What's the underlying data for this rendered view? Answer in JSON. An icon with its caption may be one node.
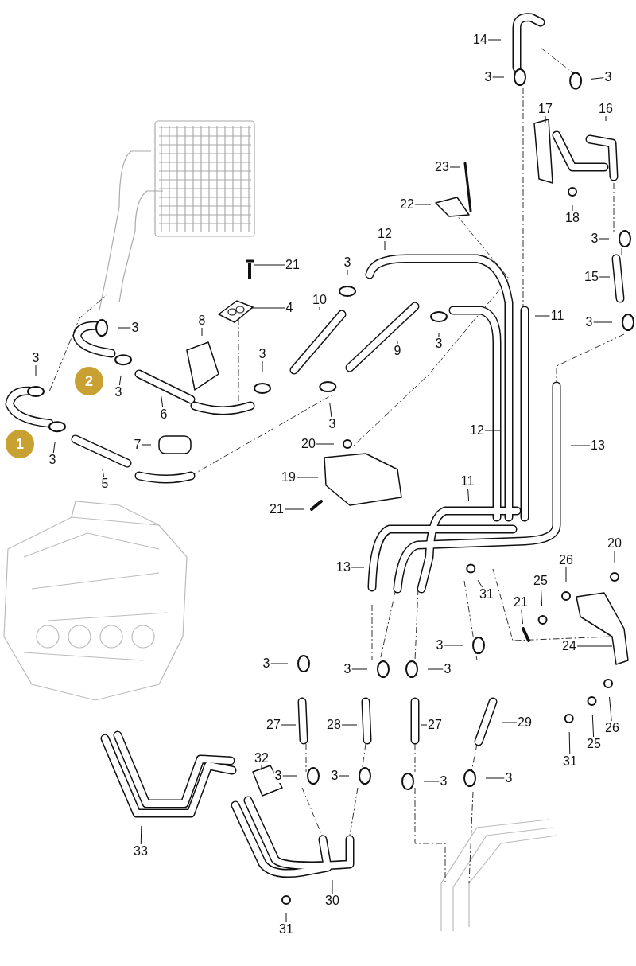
{
  "diagram": {
    "nodes": [
      {
        "text": [
          "14"
        ]
      },
      {
        "text": [
          "3"
        ]
      },
      {
        "text": [
          "3"
        ]
      },
      {
        "text": [
          "17"
        ]
      },
      {
        "text": [
          "16"
        ]
      },
      {
        "text": [
          "23"
        ]
      },
      {
        "text": [
          "22"
        ]
      },
      {
        "text": [
          "18"
        ]
      },
      {
        "text": [
          "21"
        ]
      },
      {
        "text": [
          "12"
        ]
      },
      {
        "text": [
          "3"
        ]
      },
      {
        "text": [
          "15"
        ]
      },
      {
        "text": [
          "4"
        ]
      },
      {
        "text": [
          "3"
        ]
      },
      {
        "text": [
          "10"
        ]
      },
      {
        "text": [
          "8"
        ]
      },
      {
        "text": [
          "3"
        ]
      },
      {
        "text": [
          "11"
        ]
      },
      {
        "text": [
          "3"
        ]
      },
      {
        "text": [
          "9"
        ]
      },
      {
        "text": [
          "3"
        ]
      },
      {
        "text": [
          "3"
        ]
      },
      {
        "text": [
          "2"
        ]
      },
      {
        "text": [
          "3"
        ]
      },
      {
        "text": [
          "3"
        ]
      },
      {
        "text": [
          "6"
        ]
      },
      {
        "text": [
          "3"
        ]
      },
      {
        "text": [
          "12"
        ]
      },
      {
        "text": [
          "13"
        ]
      },
      {
        "text": [
          "1"
        ]
      },
      {
        "text": [
          "3"
        ]
      },
      {
        "text": [
          "20"
        ]
      },
      {
        "text": [
          "7"
        ]
      },
      {
        "text": [
          "5"
        ]
      },
      {
        "text": [
          "19"
        ]
      },
      {
        "text": [
          "11"
        ]
      },
      {
        "text": [
          "21"
        ]
      },
      {
        "text": [
          "13"
        ]
      },
      {
        "text": [
          "31"
        ]
      },
      {
        "text": [
          "26"
        ]
      },
      {
        "text": [
          "25"
        ]
      },
      {
        "text": [
          "20"
        ]
      },
      {
        "text": [
          "21"
        ]
      },
      {
        "text": [
          "24"
        ]
      },
      {
        "text": [
          "3"
        ]
      },
      {
        "text": [
          "3"
        ]
      },
      {
        "text": [
          "3"
        ]
      },
      {
        "text": [
          "3"
        ]
      },
      {
        "text": [
          "27"
        ]
      },
      {
        "text": [
          "28"
        ]
      },
      {
        "text": [
          "27"
        ]
      },
      {
        "text": [
          "29"
        ]
      },
      {
        "text": [
          "26"
        ]
      },
      {
        "text": [
          "25"
        ]
      },
      {
        "text": [
          "31"
        ]
      },
      {
        "text": [
          "32"
        ]
      },
      {
        "text": [
          "3"
        ]
      },
      {
        "text": [
          "3"
        ]
      },
      {
        "text": [
          "3"
        ]
      },
      {
        "text": [
          "3"
        ]
      },
      {
        "text": [
          "33"
        ]
      },
      {
        "text": [
          "30"
        ]
      },
      {
        "text": [
          "31"
        ]
      },
      {
        "text": [],
        "shape": "picture"
      },
      {
        "text": [],
        "shape": "picture"
      }
    ],
    "edges": [
      {
        "from": 0,
        "to": null,
        "arrow": "none"
      },
      {
        "from": 1,
        "to": null,
        "arrow": "none"
      },
      {
        "from": 2,
        "to": null,
        "arrow": "none"
      },
      {
        "from": 3,
        "to": null,
        "arrow": "none"
      },
      {
        "from": 4,
        "to": null,
        "arrow": "none"
      },
      {
        "from": 5,
        "to": null,
        "arrow": "none"
      },
      {
        "from": 6,
        "to": null,
        "arrow": "none"
      },
      {
        "from": 7,
        "to": null,
        "arrow": "none"
      },
      {
        "from": 8,
        "to": 63,
        "arrow": "none"
      },
      {
        "from": 9,
        "to": null,
        "arrow": "none"
      },
      {
        "from": 10,
        "to": null,
        "arrow": "none"
      },
      {
        "from": 11,
        "to": null,
        "arrow": "none"
      },
      {
        "from": 12,
        "to": 64,
        "arrow": "none"
      },
      {
        "from": 13,
        "to": null,
        "arrow": "none"
      },
      {
        "from": 14,
        "to": null,
        "arrow": "none"
      },
      {
        "from": 15,
        "to": null,
        "arrow": "none"
      },
      {
        "from": 16,
        "to": null,
        "arrow": "none"
      },
      {
        "from": 17,
        "to": null,
        "arrow": "none"
      },
      {
        "from": 18,
        "to": null,
        "arrow": "none"
      },
      {
        "from": 19,
        "to": null,
        "arrow": "none"
      },
      {
        "from": 20,
        "to": null,
        "arrow": "none"
      },
      {
        "from": 21,
        "to": null,
        "arrow": "none"
      },
      {
        "from": 23,
        "to": null,
        "arrow": "none"
      },
      {
        "from": 24,
        "to": null,
        "arrow": "none"
      },
      {
        "from": 25,
        "to": null,
        "arrow": "none"
      },
      {
        "from": 26,
        "to": null,
        "arrow": "none"
      },
      {
        "from": 27,
        "to": null,
        "arrow": "none"
      },
      {
        "from": 28,
        "to": null,
        "arrow": "none"
      },
      {
        "from": 30,
        "to": null,
        "arrow": "none"
      },
      {
        "from": 31,
        "to": null,
        "arrow": "none"
      },
      {
        "from": 32,
        "to": null,
        "arrow": "none"
      },
      {
        "from": 33,
        "to": null,
        "arrow": "none"
      },
      {
        "from": 34,
        "to": null,
        "arrow": "none"
      },
      {
        "from": 35,
        "to": null,
        "arrow": "none"
      },
      {
        "from": 36,
        "to": null,
        "arrow": "none"
      },
      {
        "from": 37,
        "to": null,
        "arrow": "none"
      },
      {
        "from": 38,
        "to": null,
        "arrow": "none"
      },
      {
        "from": 39,
        "to": null,
        "arrow": "none"
      },
      {
        "from": 40,
        "to": null,
        "arrow": "none"
      },
      {
        "from": 41,
        "to": null,
        "arrow": "none"
      },
      {
        "from": 42,
        "to": null,
        "arrow": "none"
      },
      {
        "from": 43,
        "to": null,
        "arrow": "none"
      },
      {
        "from": 44,
        "to": null,
        "arrow": "none"
      },
      {
        "from": 45,
        "to": null,
        "arrow": "none"
      },
      {
        "from": 46,
        "to": null,
        "arrow": "none"
      },
      {
        "from": 47,
        "to": null,
        "arrow": "none"
      },
      {
        "from": 48,
        "to": null,
        "arrow": "none"
      },
      {
        "from": 49,
        "to": null,
        "arrow": "none"
      },
      {
        "from": 50,
        "to": null,
        "arrow": "none"
      },
      {
        "from": 51,
        "to": null,
        "arrow": "none"
      },
      {
        "from": 52,
        "to": null,
        "arrow": "none"
      },
      {
        "from": 53,
        "to": null,
        "arrow": "none"
      },
      {
        "from": 54,
        "to": null,
        "arrow": "none"
      },
      {
        "from": 55,
        "to": null,
        "arrow": "none"
      },
      {
        "from": 56,
        "to": null,
        "arrow": "none"
      },
      {
        "from": 57,
        "to": null,
        "arrow": "none"
      },
      {
        "from": 58,
        "to": null,
        "arrow": "none"
      },
      {
        "from": 59,
        "to": null,
        "arrow": "none"
      },
      {
        "from": 60,
        "to": null,
        "arrow": "none"
      },
      {
        "from": 61,
        "to": null,
        "arrow": "none"
      },
      {
        "from": 62,
        "to": null,
        "arrow": "none"
      }
    ]
  }
}
